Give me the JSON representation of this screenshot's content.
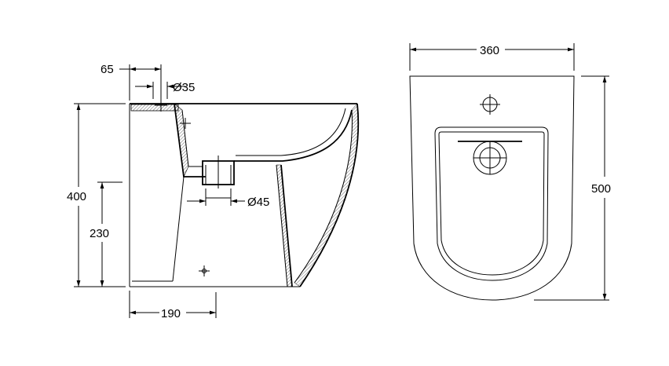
{
  "side_view": {
    "dims": {
      "top_offset": "65",
      "inlet_diameter": "Ø35",
      "outlet_diameter": "Ø45",
      "total_height": "400",
      "outlet_height": "230",
      "outlet_distance": "190"
    }
  },
  "top_view": {
    "dims": {
      "width": "360",
      "depth": "500"
    }
  }
}
